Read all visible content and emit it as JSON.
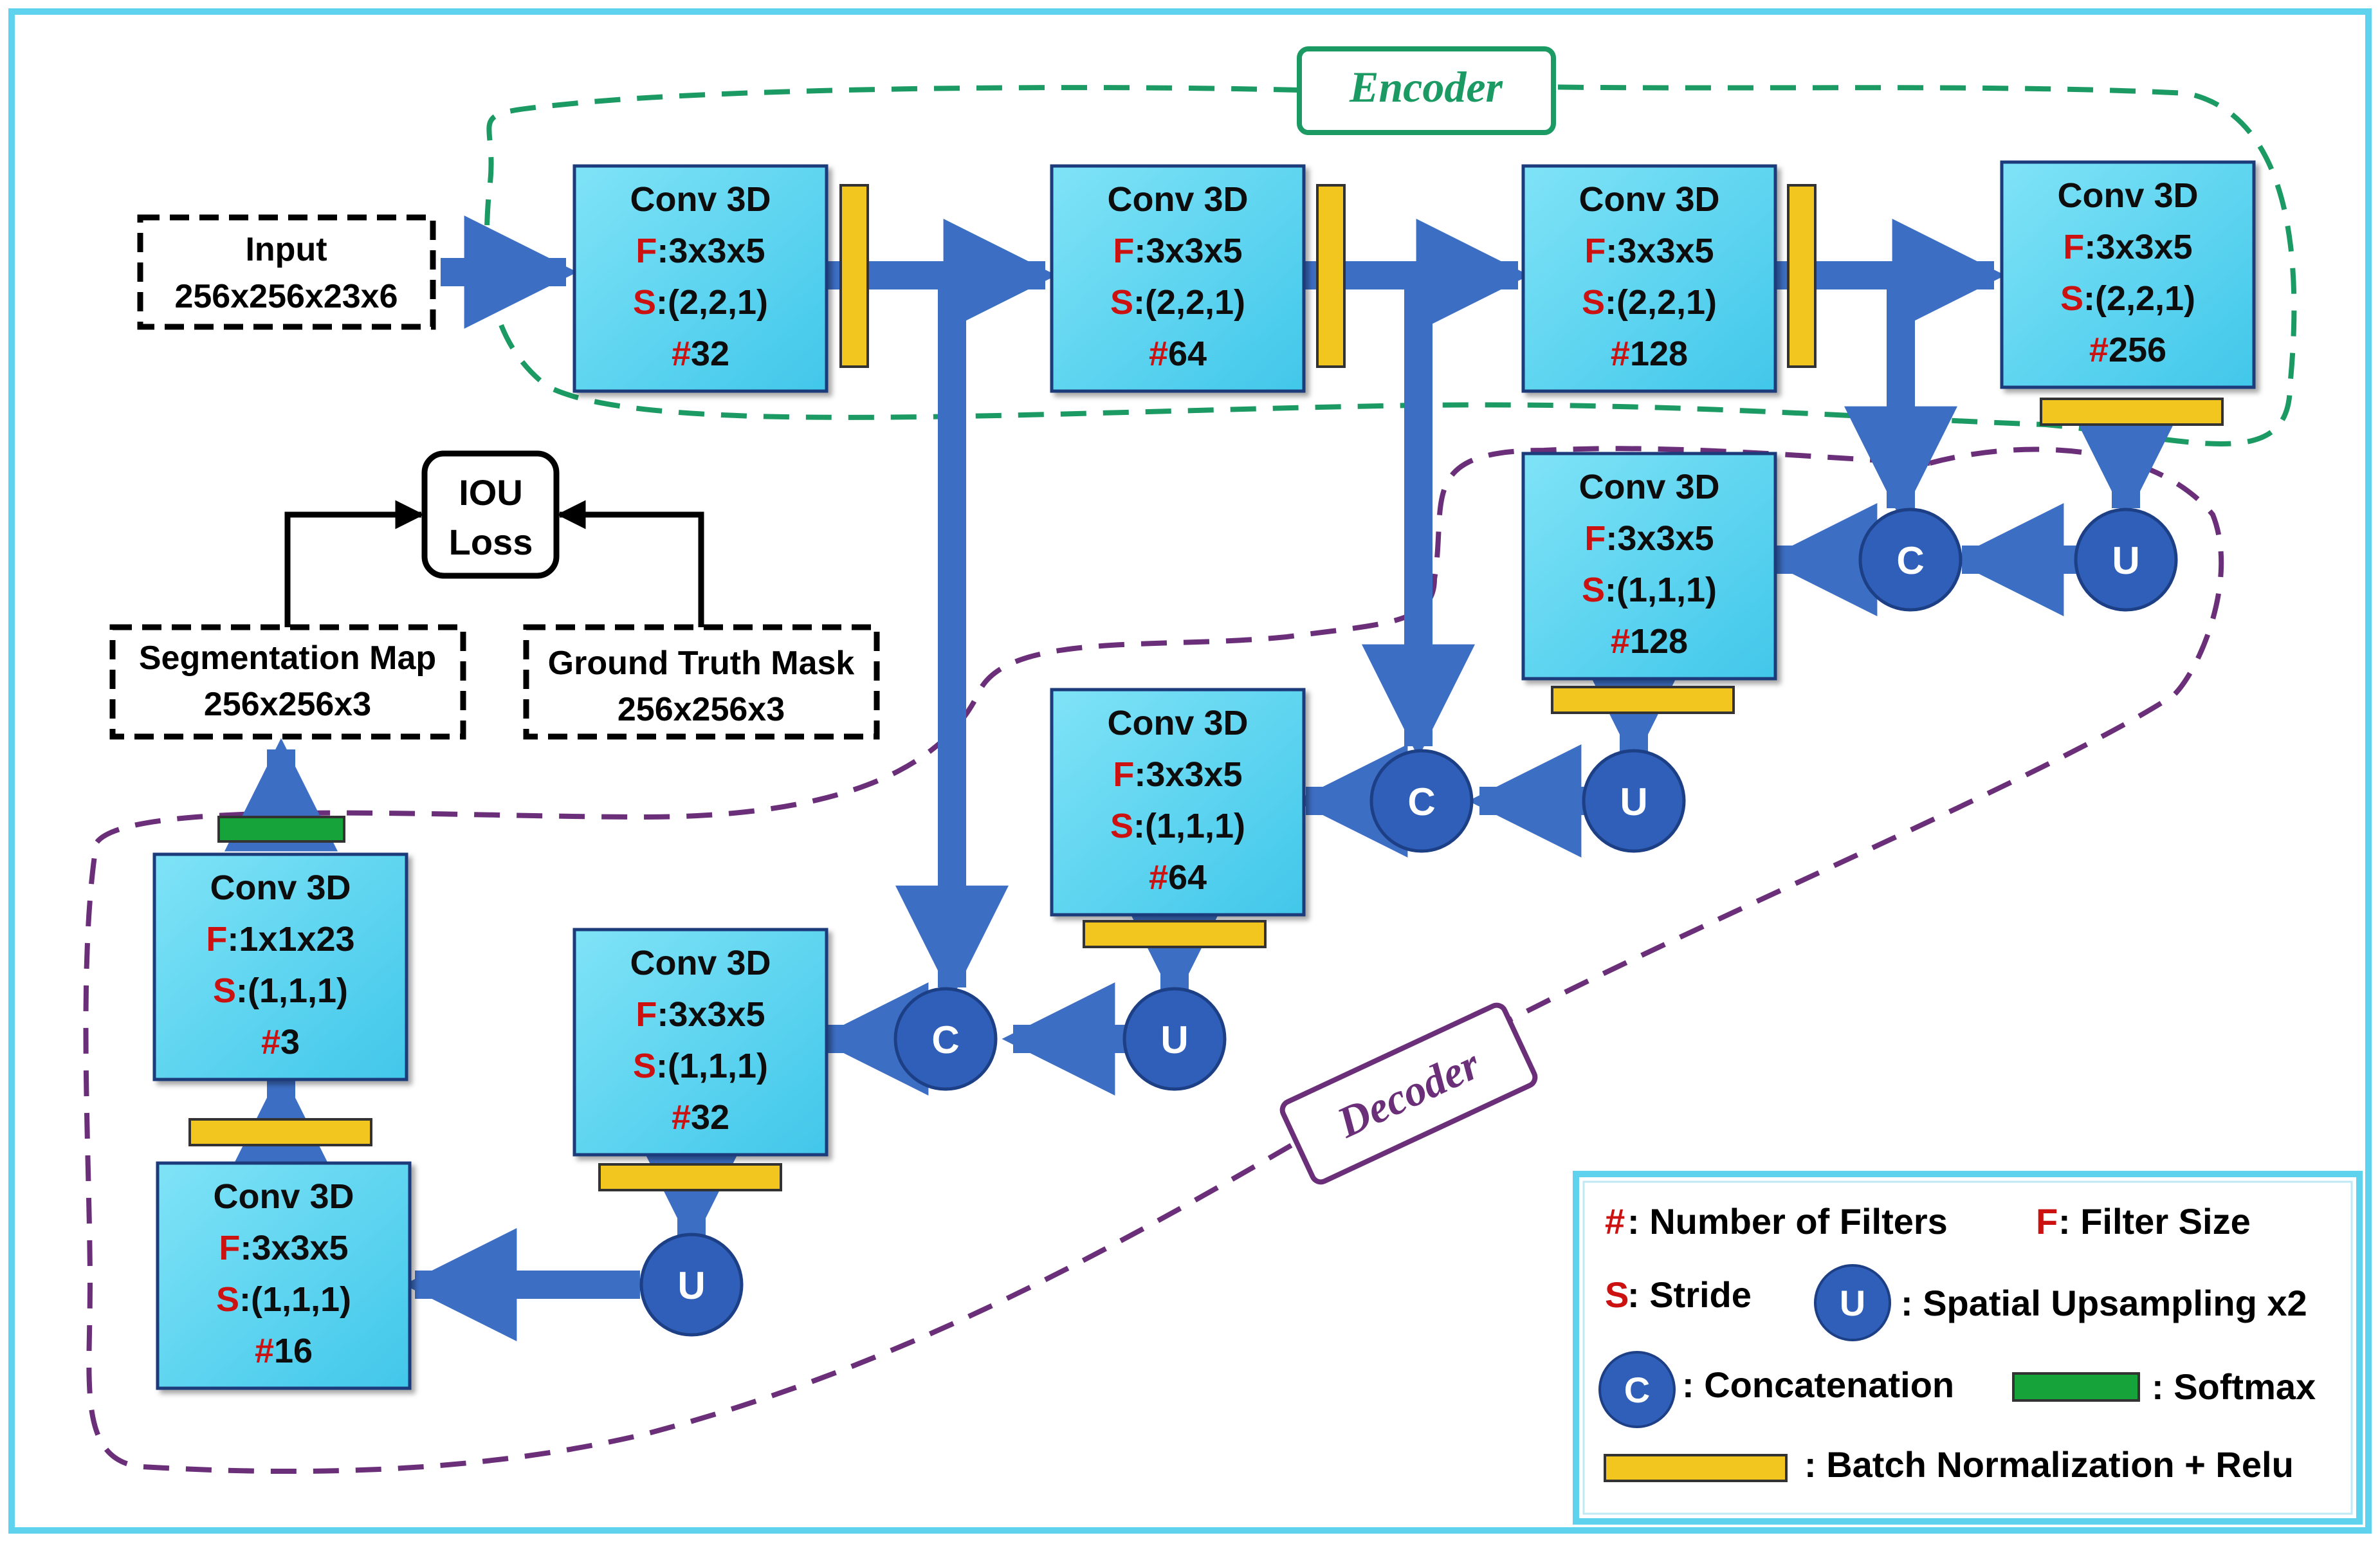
{
  "colors": {
    "frame": "#5fd3ee",
    "box_fill": "#5fd6f2",
    "arrow": "#3c6ec4",
    "circle": "#2f5fb8",
    "bn": "#f2c51f",
    "softmax": "#16a33a",
    "encoder_dash": "#1c9a63",
    "decoder_dash": "#6b2f7a",
    "prefix_red": "#cc1111"
  },
  "encoder_label": "Encoder",
  "decoder_label": "Decoder",
  "input": {
    "line1": "Input",
    "line2": "256x256x23x6"
  },
  "seg_map": {
    "line1": "Segmentation Map",
    "line2": "256x256x3"
  },
  "gt_mask": {
    "line1": "Ground Truth Mask",
    "line2": "256x256x3"
  },
  "iou": {
    "line1": "IOU",
    "line2": "Loss"
  },
  "blocks": [
    {
      "id": "enc1",
      "title": "Conv 3D",
      "f": ":3x3x5",
      "s": ":(2,2,1)",
      "n": "32"
    },
    {
      "id": "enc2",
      "title": "Conv 3D",
      "f": ":3x3x5",
      "s": ":(2,2,1)",
      "n": "64"
    },
    {
      "id": "enc3",
      "title": "Conv 3D",
      "f": ":3x3x5",
      "s": ":(2,2,1)",
      "n": "128"
    },
    {
      "id": "enc4",
      "title": "Conv 3D",
      "f": ":3x3x5",
      "s": ":(2,2,1)",
      "n": "256"
    },
    {
      "id": "dec1",
      "title": "Conv 3D",
      "f": ":3x3x5",
      "s": ":(1,1,1)",
      "n": "128"
    },
    {
      "id": "dec2",
      "title": "Conv 3D",
      "f": ":3x3x5",
      "s": ":(1,1,1)",
      "n": "64"
    },
    {
      "id": "dec3",
      "title": "Conv 3D",
      "f": ":3x3x5",
      "s": ":(1,1,1)",
      "n": "32"
    },
    {
      "id": "dec4",
      "title": "Conv 3D",
      "f": ":3x3x5",
      "s": ":(1,1,1)",
      "n": "16"
    },
    {
      "id": "out",
      "title": "Conv 3D",
      "f": ":1x1x23",
      "s": ":(1,1,1)",
      "n": "3"
    }
  ],
  "prefix": {
    "f": "F",
    "s": "S",
    "n": "#"
  },
  "circle_u": "U",
  "circle_c": "C",
  "legend": {
    "filters_sym": "#",
    "filters": ": Number of Filters",
    "fsize_sym": "F",
    "fsize": ": Filter Size",
    "stride_sym": "S",
    "stride": ": Stride",
    "ups_sym": "U",
    "ups": ": Spatial Upsampling x2",
    "concat_sym": "C",
    "concat": ": Concatenation",
    "softmax": ": Softmax",
    "bn": ": Batch Normalization + Relu"
  }
}
